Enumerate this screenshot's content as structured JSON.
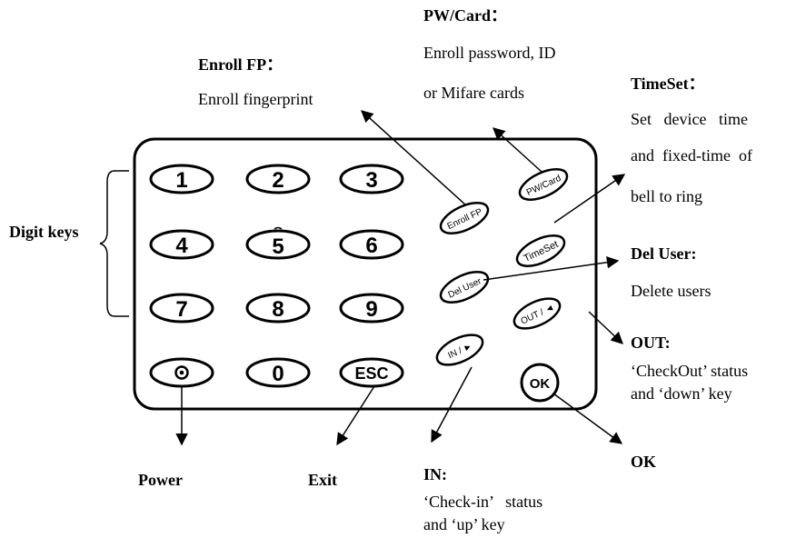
{
  "keypad": {
    "digits": [
      "1",
      "2",
      "3",
      "4",
      "5",
      "6",
      "7",
      "8",
      "9",
      "0"
    ],
    "esc": "ESC",
    "enroll_fp": "Enroll FP",
    "pw_card": "PW/Card",
    "timeset": "TimeSet",
    "del_user": "Del User",
    "out": "OUT / ◄",
    "in": "IN / ►",
    "ok": "OK"
  },
  "labels": {
    "pw_card_title": "PW/Card：",
    "pw_card_desc_1": "Enroll password, ID",
    "pw_card_desc_2": "or Mifare cards",
    "enroll_fp_title": "Enroll FP：",
    "enroll_fp_desc": "Enroll fingerprint",
    "timeset_title": "TimeSet：",
    "timeset_desc_1": "Set   device   time",
    "timeset_desc_2": "and  fixed-time  of",
    "timeset_desc_3": "bell to ring",
    "digit_keys": "Digit keys",
    "del_user_title": "Del User:",
    "del_user_desc": "Delete users",
    "out_title": "OUT:",
    "out_desc_1": "‘CheckOut’ status",
    "out_desc_2": "and ‘down’ key",
    "ok_title": "OK",
    "power": "Power",
    "exit": "Exit",
    "in_title": "IN:",
    "in_desc_1": "‘Check-in’   status",
    "in_desc_2": "and ‘up’ key"
  }
}
